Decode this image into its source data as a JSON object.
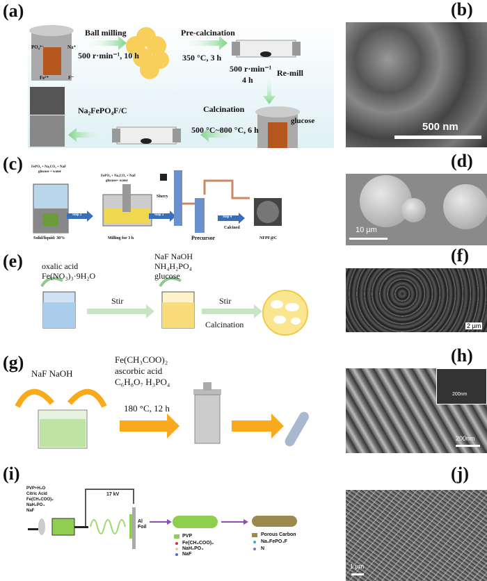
{
  "panels": {
    "a": {
      "label": "(a)",
      "ball_milling": "Ball milling",
      "ball_milling_cond": "500 r·min⁻¹, 10 h",
      "pre_calcination": "Pre-calcination",
      "pre_calcination_cond": "350 °C, 3 h",
      "remill_cond1": "500 r·min⁻¹",
      "remill_cond2": "4 h",
      "remill": "Re-mill",
      "calcination": "Calcination",
      "calcination_cond": "500 °C~800 °C, 6 h",
      "product": "Na₂FePO₄F/C",
      "glucose": "glucose",
      "ions": [
        "PO₄³⁻",
        "Na⁺",
        "Fe²⁺",
        "F⁻"
      ]
    },
    "b": {
      "label": "(b)",
      "scale": "500 nm"
    },
    "c": {
      "label": "(c)",
      "reagents1": "FePO₄ + Na₂CO₃ + NaF",
      "reagents1b": "glucose + water",
      "reagents2": "FePO₄ + Na₂CO₃ + NaF",
      "reagents2b": "glucose+ water",
      "step2": "Step 2",
      "step3": "Step 3",
      "step4": "Step 4",
      "slurry": "Slurry",
      "solid_liquid": "Solid/liquid: 30%",
      "milling": "Milling for 3 h",
      "precursor": "Precursor",
      "calcined": "Calcined",
      "product": "NFPF@C"
    },
    "d": {
      "label": "(d)",
      "scale": "10 µm"
    },
    "e": {
      "label": "(e)",
      "reagent1a": "oxalic acid",
      "reagent1b": "Fe(NO₃)₃·9H₂O",
      "reagent2a": "NaF  NaOH",
      "reagent2b": "NH₄H₂PO₄",
      "reagent2c": "glucose",
      "stir1": "Stir",
      "stir2": "Stir",
      "calcination": "Calcination"
    },
    "f": {
      "label": "(f)",
      "scale": "2 µm"
    },
    "g": {
      "label": "(g)",
      "reagent1": "NaF NaOH",
      "reagent2a": "Fe(CH₃COO)₂",
      "reagent2b": "ascorbic acid",
      "reagent2c": "C₆H₈O₇ H₃PO₄",
      "condition": "180 °C, 12 h"
    },
    "h": {
      "label": "(h)",
      "scale": "200nm",
      "inset_scale": "200nm"
    },
    "i": {
      "label": "(i)",
      "solution": [
        "PVP+H₂O",
        "Citric Acid",
        "Fe(CH₃COO)₂",
        "NaH₂PO₄",
        "NaF"
      ],
      "voltage": "17 kV",
      "foil1": "Al",
      "foil2": "Foil",
      "legend1": [
        "PVP",
        "Fe(CH₃COO)₂",
        "NaH₂PO₄",
        "NaF"
      ],
      "legend2": [
        "Porous Carbon",
        "Na₂FePO₄F",
        "N"
      ]
    },
    "j": {
      "label": "(j)",
      "scale": "1 µm"
    }
  },
  "colors": {
    "arrow_green": "#9fdca6",
    "arrow_orange": "#f8a91c",
    "arrow_blue": "#3a6fb7",
    "arrow_purple": "#8a4fb0",
    "panel_a_bg": "#e3f2f6"
  }
}
